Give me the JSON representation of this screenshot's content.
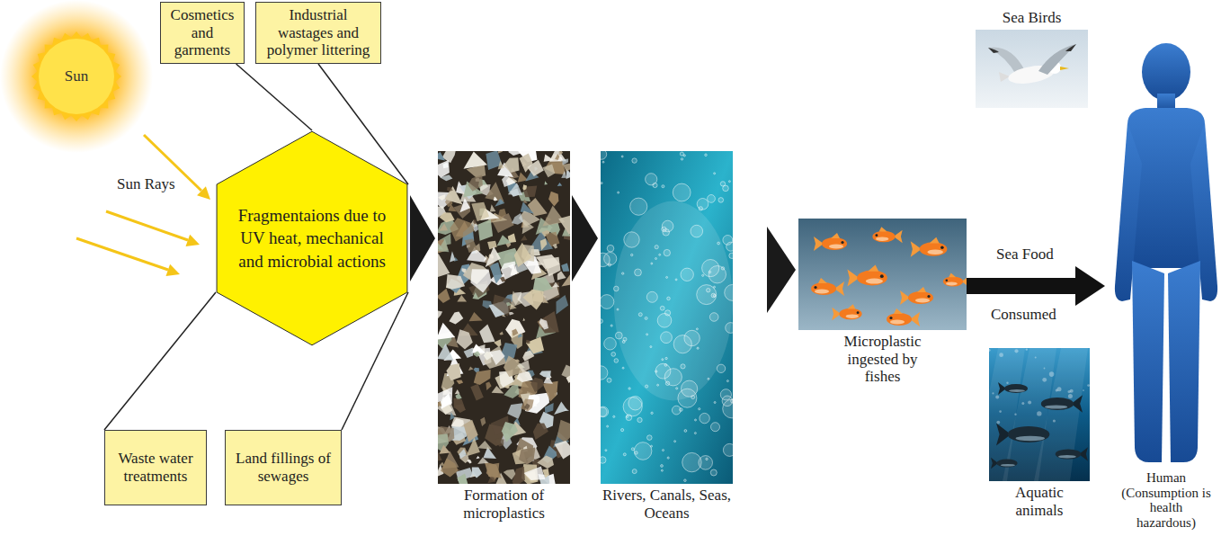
{
  "diagram": {
    "nodes": [
      {
        "text": [
          "Sun"
        ]
      },
      {
        "text": [
          "Cosmetics and garments"
        ]
      },
      {
        "text": [
          "Industrial wastages and polymer littering"
        ]
      },
      {
        "text": [
          "Fragmentaions due to UV heat, mechanical and microbial actions"
        ]
      },
      {
        "text": [
          "Waste water treatments"
        ]
      },
      {
        "text": [
          "Land fillings of sewages"
        ]
      },
      {
        "text": [
          "Formation of microplastics"
        ]
      },
      {
        "text": [
          "Rivers, Canals, Seas, Oceans"
        ]
      },
      {
        "text": [
          "Microplastic ingested by fishes"
        ]
      },
      {
        "text": [
          "Sea Birds"
        ]
      },
      {
        "text": [
          "Aquatic animals"
        ]
      },
      {
        "text": [
          "Human (Consumption is health hazardous)"
        ]
      }
    ],
    "edges": [
      {
        "from": 1,
        "to": 3,
        "arrow": "none"
      },
      {
        "from": 2,
        "to": 3,
        "arrow": "none"
      },
      {
        "from": 4,
        "to": 3,
        "arrow": "none"
      },
      {
        "from": 5,
        "to": 3,
        "arrow": "none"
      },
      {
        "from": 3,
        "to": 6,
        "arrow": "to"
      },
      {
        "from": 6,
        "to": 7,
        "arrow": "to"
      },
      {
        "from": 7,
        "to": 8,
        "arrow": "to"
      },
      {
        "from": 8,
        "to": 11,
        "arrow": "to"
      }
    ],
    "labels": [
      "Sun Rays",
      "Sea Food",
      "Consumed"
    ]
  }
}
